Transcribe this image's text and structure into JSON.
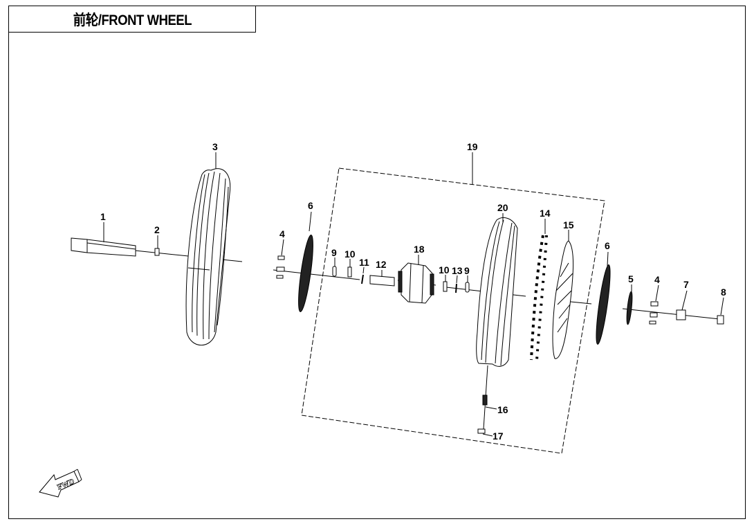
{
  "title": "前轮/FRONT WHEEL",
  "direction_indicator": "FWD",
  "assembly_group": {
    "label": "19",
    "contains": [
      "9",
      "10",
      "11",
      "12",
      "13",
      "14",
      "15",
      "16",
      "17",
      "18",
      "20"
    ]
  },
  "parts": [
    {
      "id": "1",
      "label": "1"
    },
    {
      "id": "2",
      "label": "2"
    },
    {
      "id": "3",
      "label": "3"
    },
    {
      "id": "4a",
      "label": "4"
    },
    {
      "id": "6a",
      "label": "6"
    },
    {
      "id": "9a",
      "label": "9"
    },
    {
      "id": "10a",
      "label": "10"
    },
    {
      "id": "11",
      "label": "11"
    },
    {
      "id": "12",
      "label": "12"
    },
    {
      "id": "18",
      "label": "18"
    },
    {
      "id": "10b",
      "label": "10"
    },
    {
      "id": "13",
      "label": "13"
    },
    {
      "id": "9b",
      "label": "9"
    },
    {
      "id": "20",
      "label": "20"
    },
    {
      "id": "14",
      "label": "14"
    },
    {
      "id": "15",
      "label": "15"
    },
    {
      "id": "6b",
      "label": "6"
    },
    {
      "id": "5",
      "label": "5"
    },
    {
      "id": "4b",
      "label": "4"
    },
    {
      "id": "7",
      "label": "7"
    },
    {
      "id": "8",
      "label": "8"
    },
    {
      "id": "16",
      "label": "16"
    },
    {
      "id": "17",
      "label": "17"
    },
    {
      "id": "19",
      "label": "19"
    }
  ]
}
